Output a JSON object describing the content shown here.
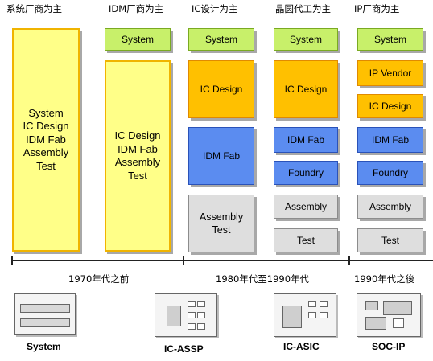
{
  "headers": [
    "系统厂商为主",
    "IDM厂商为主",
    "IC设计为主",
    "晶圆代工为主",
    "IP厂商为主"
  ],
  "col1": {
    "block": "System\nIC Design\nIDM Fab\nAssembly\nTest"
  },
  "col2": {
    "system": "System",
    "block": "IC Design\nIDM Fab\nAssembly\nTest"
  },
  "col3": {
    "system": "System",
    "ic_design": "IC Design",
    "idm_fab": "IDM Fab",
    "assembly_test": "Assembly\nTest"
  },
  "col4": {
    "system": "System",
    "ic_design": "IC Design",
    "idm_fab": "IDM Fab",
    "foundry": "Foundry",
    "assembly": "Assembly",
    "test": "Test"
  },
  "col5": {
    "system": "System",
    "ip_vendor": "IP Vendor",
    "ic_design": "IC Design",
    "idm_fab": "IDM Fab",
    "foundry": "Foundry",
    "assembly": "Assembly",
    "test": "Test"
  },
  "timeline": {
    "eras": [
      "1970年代之前",
      "1980年代至1990年代",
      "1990年代之後"
    ]
  },
  "chips": [
    "System",
    "IC-ASSP",
    "IC-ASIC",
    "SOC-IP"
  ],
  "colors": {
    "yellow": "#ffff88",
    "green": "#c8f06a",
    "orange": "#ffc000",
    "blue": "#5b8cf0",
    "gray": "#dedede"
  }
}
